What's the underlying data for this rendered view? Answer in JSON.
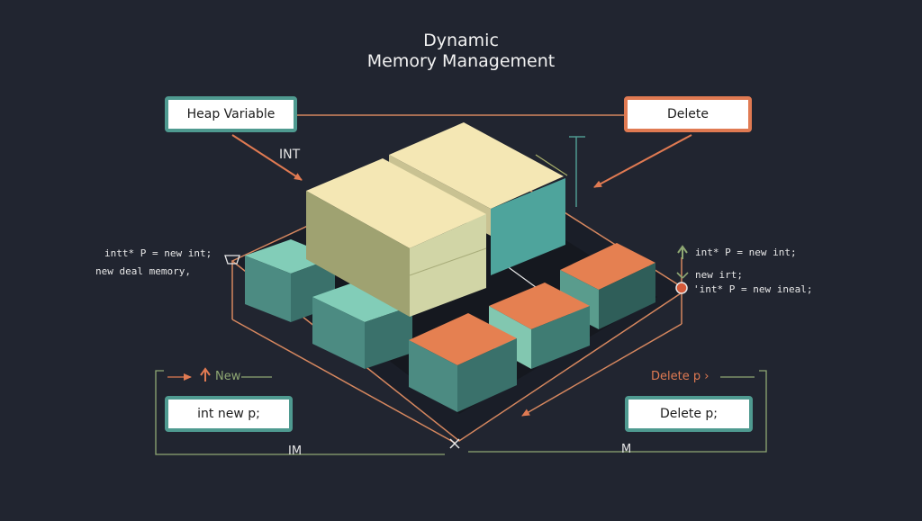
{
  "title": {
    "line1": "Dynamic",
    "line2": "Memory Management"
  },
  "boxes": {
    "heap_variable": "Heap Variable",
    "delete_top": "Delete",
    "int_new_p": "int new p;",
    "delete_p": "Delete p;"
  },
  "labels": {
    "int": "INT",
    "new": "New",
    "delete_p_arrow": "Delete p ›",
    "im": "IM",
    "m": "M"
  },
  "code": {
    "left_line1": "intt* P = new int;",
    "left_line2": "new deal memory,",
    "right_line1": "int* P = new int;",
    "right_line2": "new irt;",
    "right_line3": "'int* P = new ineal;"
  },
  "colors": {
    "background": "#212530",
    "teal": "#4f9a90",
    "orange": "#e07a52",
    "cream": "#f3e6b2",
    "olive": "#8fa873"
  },
  "icons": [
    "up-arrow-icon",
    "cross-marker-icon",
    "circle-marker-icon"
  ]
}
